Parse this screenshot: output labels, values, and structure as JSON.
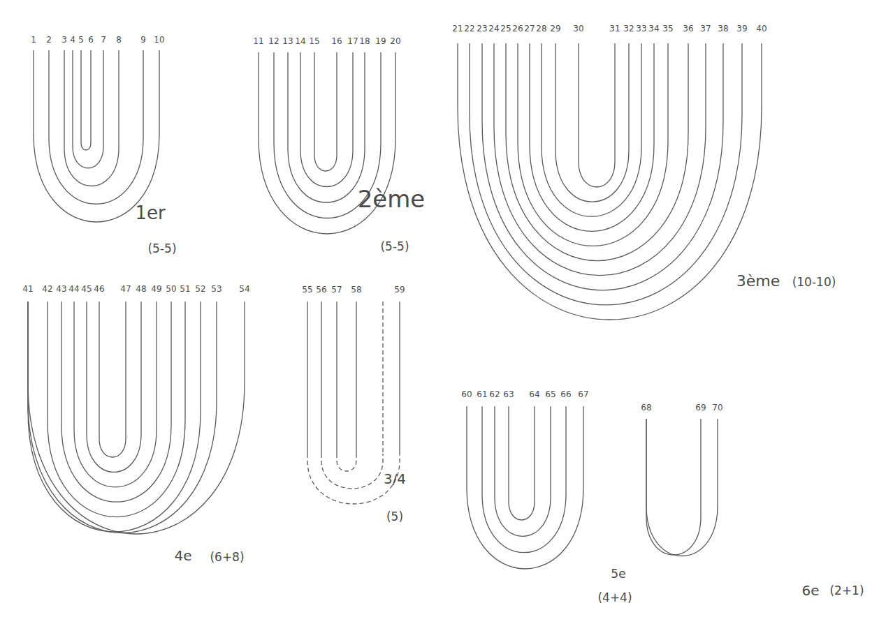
{
  "diagram": {
    "labels": [
      "1",
      "2",
      "3",
      "4",
      "5",
      "6",
      "7",
      "8",
      "9",
      "10",
      "1er",
      "(5-5)",
      "11",
      "12",
      "13",
      "14",
      "15",
      "16",
      "17",
      "18",
      "19",
      "20",
      "2ème",
      "(5-5)",
      "21",
      "22",
      "23",
      "24",
      "25",
      "26",
      "27",
      "28",
      "29",
      "30",
      "31",
      "32",
      "33",
      "34",
      "35",
      "36",
      "37",
      "38",
      "39",
      "40",
      "3ème",
      "(10-10)",
      "41",
      "42",
      "43",
      "44",
      "45",
      "46",
      "47",
      "48",
      "49",
      "50",
      "51",
      "52",
      "53",
      "54",
      "4e",
      "(6+8)",
      "55",
      "56",
      "57",
      "58",
      "59",
      "3/4",
      "(5)",
      "60",
      "61",
      "62",
      "63",
      "64",
      "65",
      "66",
      "67",
      "5e",
      "(4+4)",
      "68",
      "69",
      "70",
      "6e",
      "(2+1)"
    ]
  }
}
